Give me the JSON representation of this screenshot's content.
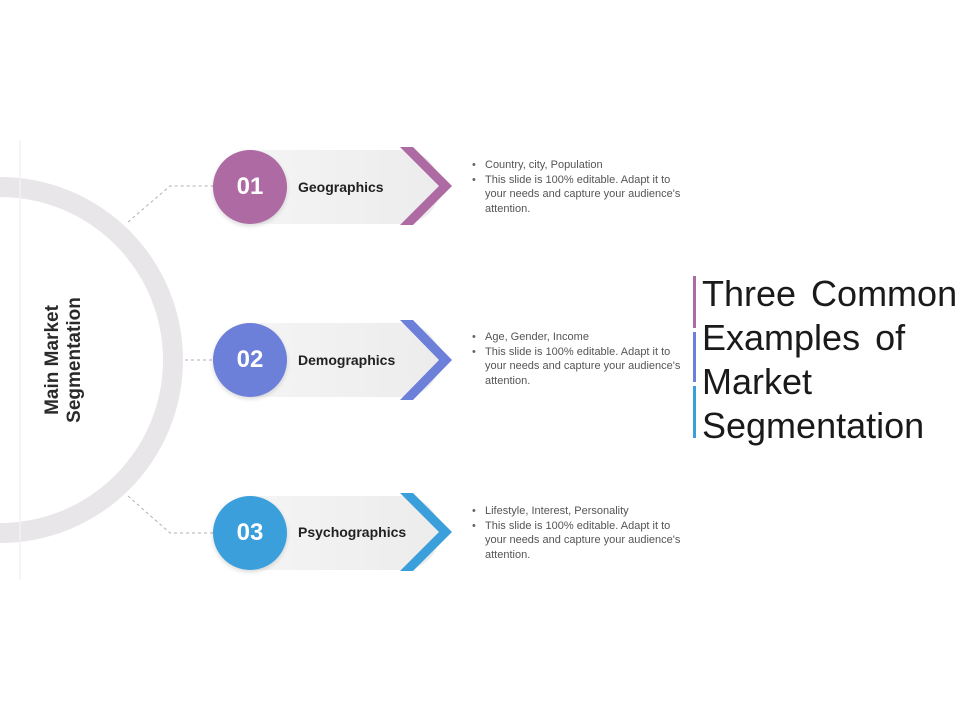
{
  "side_label": [
    "Main Market",
    "Segmentation"
  ],
  "title_lines": [
    "Three Common",
    "Examples of",
    "Market",
    "Segmentation"
  ],
  "steps": [
    {
      "number": "01",
      "title": "Geographics",
      "color": "#ad6aa3",
      "bullets": [
        "Country, city, Population",
        "This slide is 100% editable. Adapt it to your needs and capture your audience's attention."
      ]
    },
    {
      "number": "02",
      "title": "Demographics",
      "color": "#6c7fd9",
      "bullets": [
        "Age, Gender, Income",
        "This slide is 100% editable. Adapt it to your needs and capture your audience's attention."
      ]
    },
    {
      "number": "03",
      "title": "Psychographics",
      "color": "#3a9fdb",
      "bullets": [
        "Lifestyle, Interest, Personality",
        "This slide is 100% editable. Adapt it to your needs and capture your audience's attention."
      ]
    }
  ],
  "colors": {
    "accent_purple": "#ad6aa3",
    "accent_blue": "#6c7fd9",
    "accent_cyan": "#3a9fdb",
    "ring": "#e6e4e6",
    "pill": "#f1f1f1"
  }
}
